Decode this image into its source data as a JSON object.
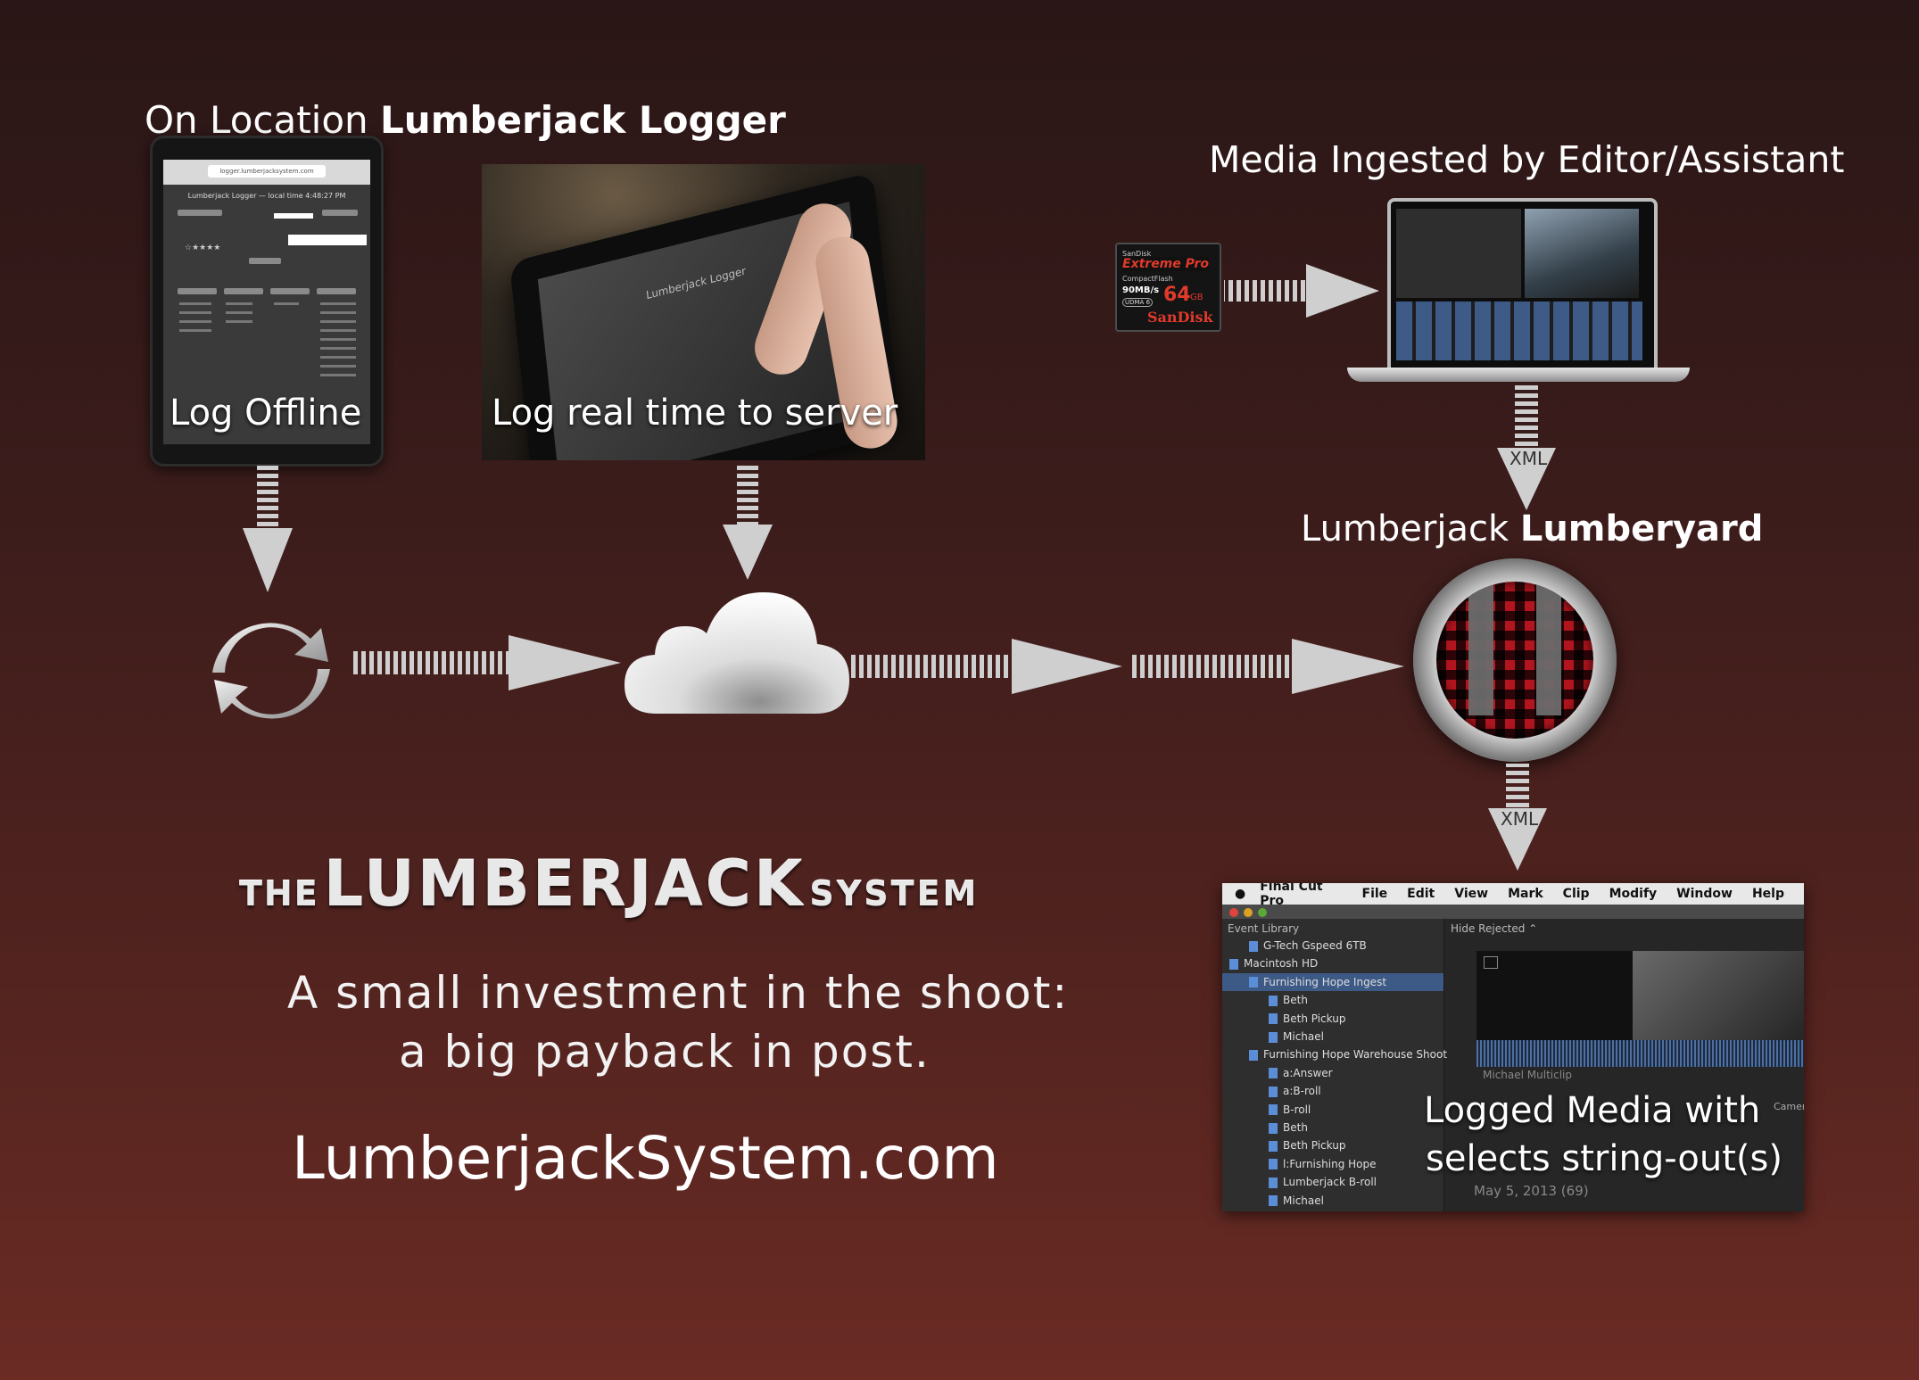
{
  "headings": {
    "logger_prefix": "On Location ",
    "logger_bold": "Lumberjack Logger",
    "ingest": "Media Ingested by Editor/Assistant",
    "lumberyard_prefix": "Lumberjack ",
    "lumberyard_bold": "Lumberyard"
  },
  "captions": {
    "log_offline": "Log Offline",
    "log_realtime": "Log real time to server",
    "logged_media_line1": "Logged Media with",
    "logged_media_line2": "selects string-out(s)"
  },
  "arrow_labels": {
    "xml_top": "XML",
    "xml_bottom": "XML"
  },
  "brand": {
    "the": "THE",
    "lumberjack": "LUMBERJACK",
    "system": "SYSTEM"
  },
  "tagline": {
    "line1": "A small investment in the shoot:",
    "line2": "a big payback in post."
  },
  "website": "LumberjackSystem.com",
  "ipad_screen": {
    "url": "logger.lumberjacksystem.com",
    "heading": "Lumberjack Logger — local time 4:48:27 PM",
    "rating": "☆★★★★"
  },
  "tablet_screen": {
    "title": "Lumberjack Logger"
  },
  "sd_card": {
    "brand_small": "SanDisk",
    "model": "Extreme Pro",
    "type": "CompactFlash",
    "speed": "90MB/s",
    "udma": "UDMA 6",
    "capacity": "64",
    "unit": "GB",
    "brand": "SanDisk"
  },
  "fcp": {
    "menu": [
      "Final Cut Pro",
      "File",
      "Edit",
      "View",
      "Mark",
      "Clip",
      "Modify",
      "Window",
      "Help"
    ],
    "event_library": "Event Library",
    "hide_rejected": "Hide Rejected ⌃",
    "library_items": [
      {
        "label": "G-Tech Gspeed 6TB",
        "indent": 1
      },
      {
        "label": "Macintosh HD",
        "indent": 0
      },
      {
        "label": "Furnishing Hope Ingest",
        "indent": 1
      },
      {
        "label": "Beth",
        "indent": 2
      },
      {
        "label": "Beth Pickup",
        "indent": 2
      },
      {
        "label": "Michael",
        "indent": 2
      },
      {
        "label": "Furnishing Hope Warehouse Shoot",
        "indent": 1
      },
      {
        "label": "a:Answer",
        "indent": 2
      },
      {
        "label": "a:B-roll",
        "indent": 2
      },
      {
        "label": "B-roll",
        "indent": 2
      },
      {
        "label": "Beth",
        "indent": 2
      },
      {
        "label": "Beth Pickup",
        "indent": 2
      },
      {
        "label": "l:Furnishing Hope",
        "indent": 2
      },
      {
        "label": "Lumberjack B-roll",
        "indent": 2
      },
      {
        "label": "Michael",
        "indent": 2
      }
    ],
    "multiclip_label": "Michael Multiclip",
    "date_row": "May 5, 2013  (69)",
    "camera_label": "Camer"
  }
}
